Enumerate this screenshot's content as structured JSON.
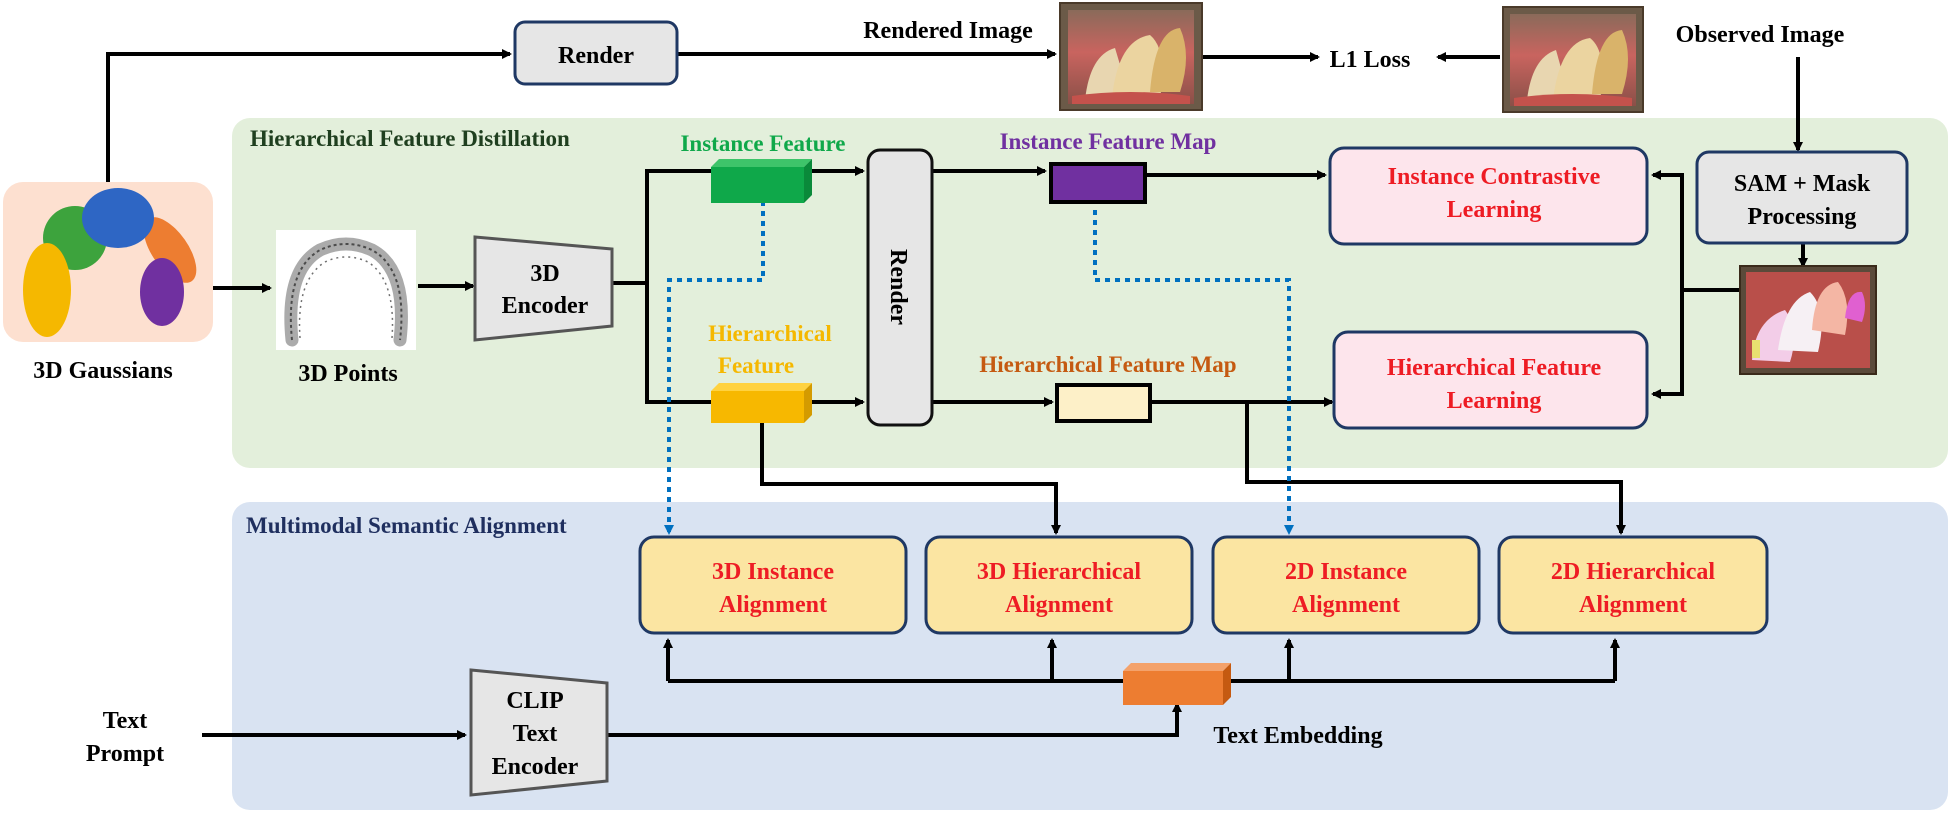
{
  "sections": {
    "distillation_title": "Hierarchical Feature Distillation",
    "alignment_title": "Multimodal Semantic Alignment"
  },
  "nodes": {
    "render_top": "Render",
    "rendered_image": "Rendered Image",
    "l1_loss": "L1 Loss",
    "observed_image": "Observed Image",
    "sam_line1": "SAM + Mask",
    "sam_line2": "Processing",
    "gaussians": "3D Gaussians",
    "points": "3D Points",
    "encoder_line1": "3D",
    "encoder_line2": "Encoder",
    "instance_feature": "Instance Feature",
    "hier_feature_line1": "Hierarchical",
    "hier_feature_line2": "Feature",
    "render_vertical": "Render",
    "instance_feature_map": "Instance Feature Map",
    "hier_feature_map": "Hierarchical Feature Map",
    "icl_line1": "Instance Contrastive",
    "icl_line2": "Learning",
    "hfl_line1": "Hierarchical Feature",
    "hfl_line2": "Learning",
    "align_3d_instance_line1": "3D Instance",
    "align_3d_instance_line2": "Alignment",
    "align_3d_hier_line1": "3D Hierarchical",
    "align_3d_hier_line2": "Alignment",
    "align_2d_instance_line1": "2D Instance",
    "align_2d_instance_line2": "Alignment",
    "align_2d_hier_line1": "2D Hierarchical",
    "align_2d_hier_line2": "Alignment",
    "text_prompt_line1": "Text",
    "text_prompt_line2": "Prompt",
    "clip_line1": "CLIP",
    "clip_line2": "Text",
    "clip_line3": "Encoder",
    "text_embedding": "Text Embedding"
  },
  "colors": {
    "distillation_bg": "#e3efdb",
    "alignment_bg": "#d9e3f2",
    "learning_box_fill": "#fde5ec",
    "alignment_box_fill": "#fbe5a2",
    "red_text": "#ee1c24",
    "instance_feature_green": "#0fa84a",
    "hier_feature_yellow": "#f7b800",
    "instance_map_purple": "#7030a0",
    "hier_map_brown": "#c55a11",
    "text_embedding_orange": "#ed7d31",
    "dotted_blue": "#0070c0",
    "title_dark_green": "#1f3f1f",
    "title_dark_blue": "#1f2f5f"
  }
}
